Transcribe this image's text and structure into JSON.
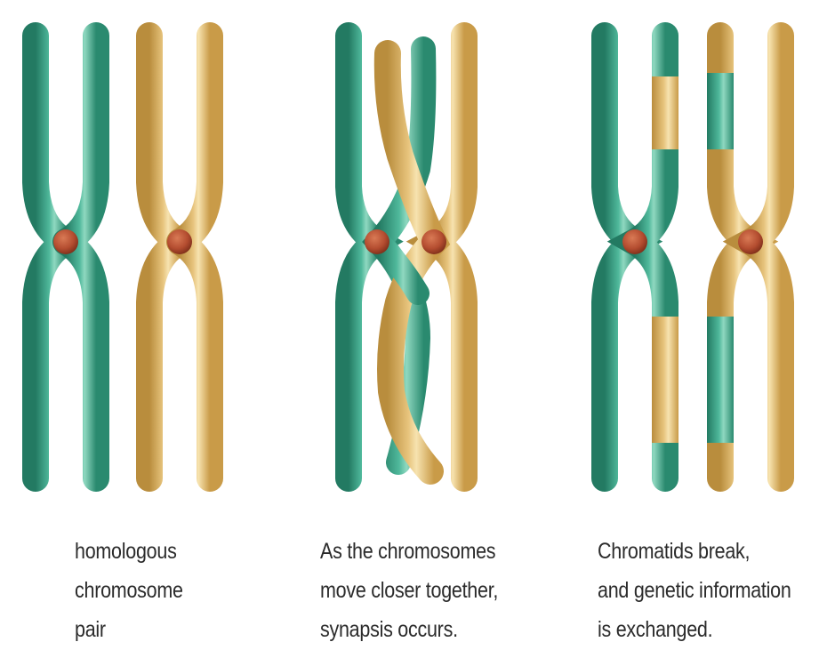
{
  "colors": {
    "green": "#3fa58c",
    "green_dark": "#237a62",
    "green_light": "#8fd8c0",
    "yellow": "#e2bd72",
    "yellow_dark": "#b98d3d",
    "yellow_light": "#f7e3b0",
    "centromere": "#b44d30",
    "text": "#2b2b2b"
  },
  "panels": [
    {
      "stage": "homologous chromosome pair",
      "caption_lines": [
        "homologous",
        "chromosome",
        "pair"
      ]
    },
    {
      "stage": "synapsis",
      "caption_lines": [
        "As the chromosomes",
        "move closer together,",
        "synapsis occurs."
      ]
    },
    {
      "stage": "crossing over",
      "caption_lines": [
        "Chromatids break,",
        "and genetic information",
        "is exchanged."
      ]
    }
  ]
}
